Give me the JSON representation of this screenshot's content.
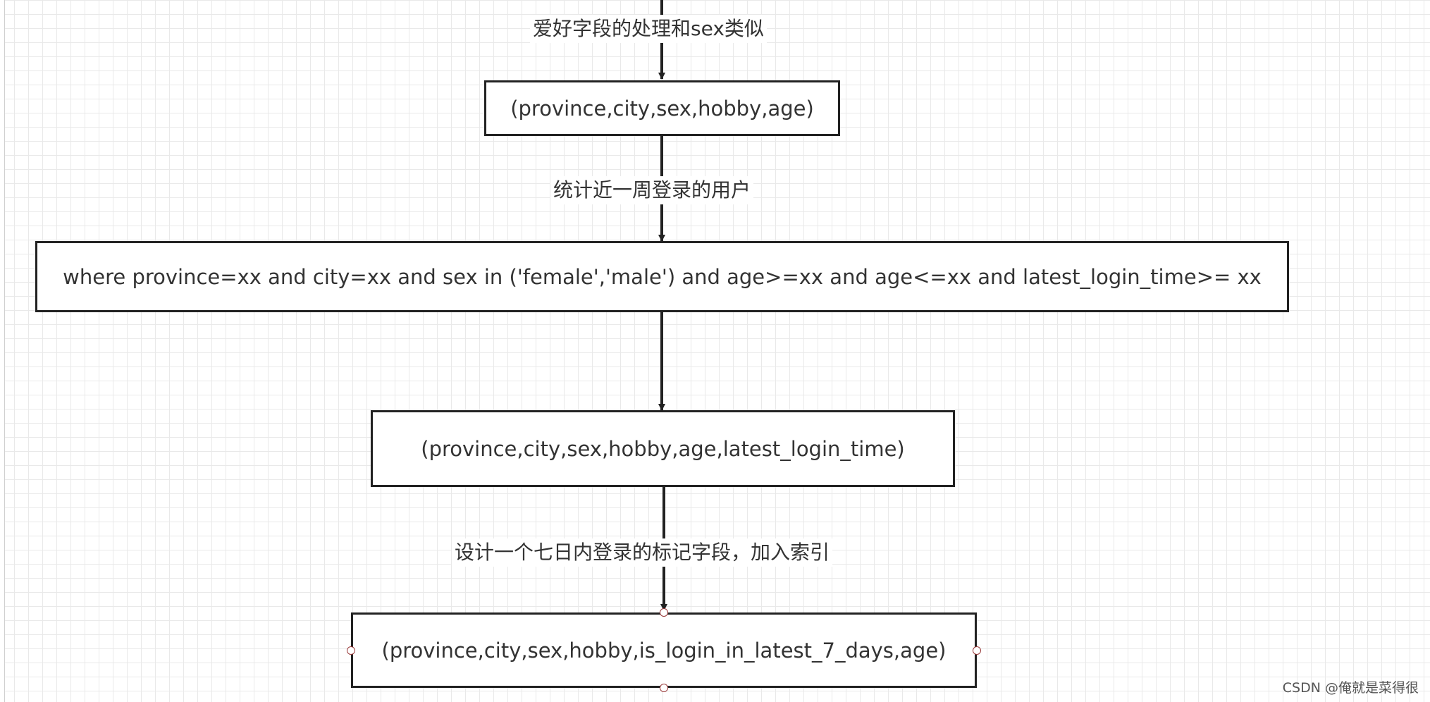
{
  "flowchart": {
    "nodes": [
      {
        "id": "n1",
        "text": "(province,city,sex,hobby,age)"
      },
      {
        "id": "n2",
        "text": "where  province=xx and city=xx and sex in ('female','male') and age>=xx and age<=xx and latest_login_time>= xx"
      },
      {
        "id": "n3",
        "text": "(province,city,sex,hobby,age,latest_login_time)"
      },
      {
        "id": "n4",
        "text": "(province,city,sex,hobby,is_login_in_latest_7_days,age)"
      }
    ],
    "edge_labels": {
      "top": "爱好字段的处理和sex类似",
      "weekly": "统计近一周登录的用户",
      "design": "设计一个七日内登录的标记字段，加入索引"
    }
  },
  "watermark": "CSDN @俺就是菜得很"
}
